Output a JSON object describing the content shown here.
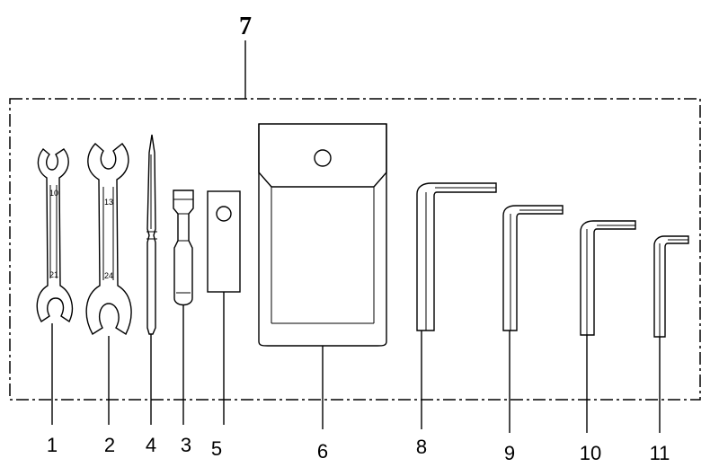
{
  "kit": {
    "number": "7"
  },
  "tools": [
    {
      "number": "1",
      "type": "open-end-wrench",
      "size_top": "10",
      "size_bottom": "21"
    },
    {
      "number": "2",
      "type": "open-end-wrench",
      "size_top": "13",
      "size_bottom": "24"
    },
    {
      "number": "4",
      "type": "screwdriver"
    },
    {
      "number": "3",
      "type": "socket-wrench"
    },
    {
      "number": "5",
      "type": "handle-bar"
    },
    {
      "number": "6",
      "type": "tool-pouch"
    },
    {
      "number": "8",
      "type": "hex-key"
    },
    {
      "number": "9",
      "type": "hex-key"
    },
    {
      "number": "10",
      "type": "hex-key"
    },
    {
      "number": "11",
      "type": "hex-key"
    }
  ]
}
